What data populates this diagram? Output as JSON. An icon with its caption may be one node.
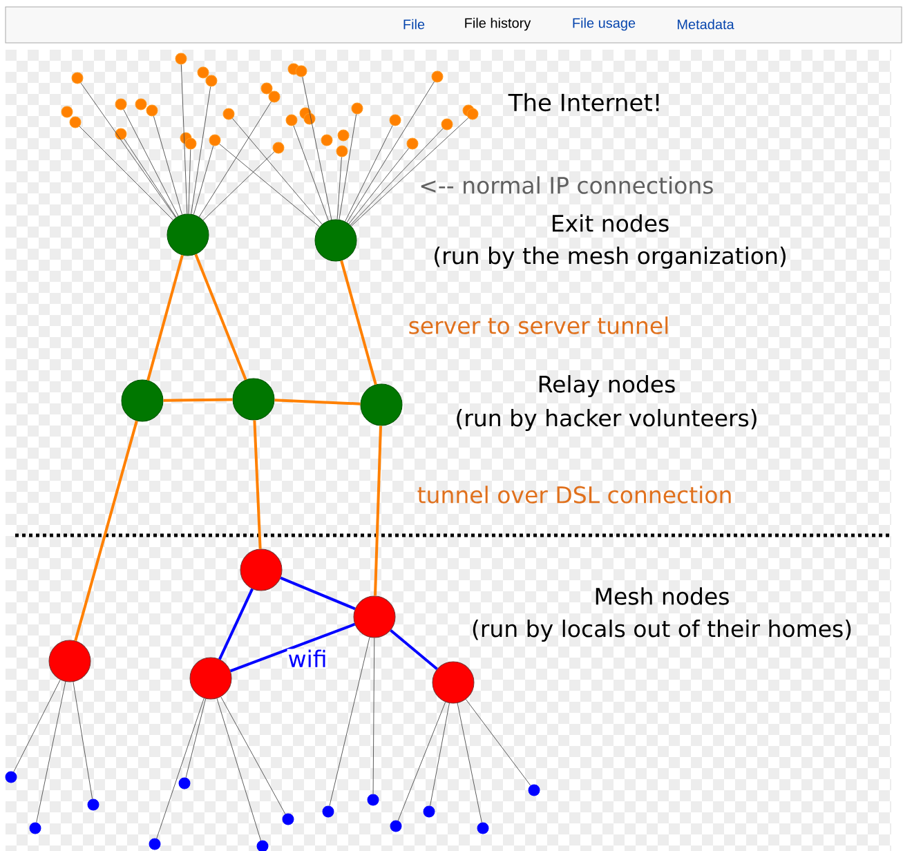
{
  "diagram": {
    "nodes": [
      {
        "text": [],
        "shape": "circle"
      },
      {
        "text": [],
        "shape": "circle"
      },
      {
        "text": [],
        "shape": "circle"
      },
      {
        "text": [],
        "shape": "circle"
      },
      {
        "text": [],
        "shape": "circle"
      },
      {
        "text": [],
        "shape": "circle"
      },
      {
        "text": [],
        "shape": "circle"
      },
      {
        "text": [],
        "shape": "circle"
      },
      {
        "text": [],
        "shape": "circle"
      },
      {
        "text": [],
        "shape": "circle"
      },
      {
        "text": [],
        "shape": "circle"
      },
      {
        "text": [],
        "shape": "circle"
      },
      {
        "text": [],
        "shape": "circle"
      },
      {
        "text": [],
        "shape": "circle"
      },
      {
        "text": [],
        "shape": "circle"
      },
      {
        "text": [],
        "shape": "circle"
      },
      {
        "text": [],
        "shape": "circle"
      },
      {
        "text": [],
        "shape": "circle"
      },
      {
        "text": [],
        "shape": "circle"
      },
      {
        "text": [],
        "shape": "circle"
      },
      {
        "text": [],
        "shape": "circle"
      },
      {
        "text": [],
        "shape": "circle"
      },
      {
        "text": [],
        "shape": "circle"
      },
      {
        "text": [],
        "shape": "circle"
      },
      {
        "text": [],
        "shape": "circle"
      },
      {
        "text": [],
        "shape": "circle"
      },
      {
        "text": [],
        "shape": "circle"
      },
      {
        "text": [],
        "shape": "circle"
      },
      {
        "text": [],
        "shape": "circle"
      },
      {
        "text": [],
        "shape": "circle"
      },
      {
        "text": [],
        "shape": "circle"
      },
      {
        "text": [],
        "shape": "circle"
      },
      {
        "text": [],
        "shape": "circle"
      },
      {
        "text": [],
        "shape": "circle"
      },
      {
        "text": [],
        "shape": "circle"
      },
      {
        "text": [],
        "shape": "circle"
      },
      {
        "text": [],
        "shape": "circle"
      },
      {
        "text": [],
        "shape": "circle"
      },
      {
        "text": [],
        "shape": "circle"
      },
      {
        "text": [],
        "shape": "circle"
      },
      {
        "text": [],
        "shape": "circle"
      },
      {
        "text": [],
        "shape": "circle"
      },
      {
        "text": [],
        "shape": "circle"
      },
      {
        "text": [],
        "shape": "circle"
      },
      {
        "text": [],
        "shape": "circle"
      },
      {
        "text": [],
        "shape": "circle"
      },
      {
        "text": [],
        "shape": "circle"
      },
      {
        "text": [],
        "shape": "circle"
      },
      {
        "text": [],
        "shape": "circle"
      },
      {
        "text": [],
        "shape": "circle"
      },
      {
        "text": [],
        "shape": "circle"
      },
      {
        "text": [],
        "shape": "circle"
      },
      {
        "text": [],
        "shape": "circle"
      },
      {
        "text": [],
        "shape": "circle"
      },
      {
        "text": [],
        "shape": "circle"
      }
    ],
    "edges": [
      {
        "from": 1,
        "to": 32,
        "arrow": "none"
      },
      {
        "from": 2,
        "to": 32,
        "arrow": "none"
      },
      {
        "from": 3,
        "to": 32,
        "arrow": "none"
      },
      {
        "from": 4,
        "to": 32,
        "arrow": "none"
      },
      {
        "from": 6,
        "to": 32,
        "arrow": "none"
      },
      {
        "from": 7,
        "to": 32,
        "arrow": "none"
      },
      {
        "from": 9,
        "to": 32,
        "arrow": "none"
      },
      {
        "from": 11,
        "to": 32,
        "arrow": "none"
      },
      {
        "from": 12,
        "to": 32,
        "arrow": "none"
      },
      {
        "from": 15,
        "to": 32,
        "arrow": "none"
      },
      {
        "from": 16,
        "to": 32,
        "arrow": "none"
      },
      {
        "from": 12,
        "to": 33,
        "arrow": "none"
      },
      {
        "from": 13,
        "to": 33,
        "arrow": "none"
      },
      {
        "from": 17,
        "to": 33,
        "arrow": "none"
      },
      {
        "from": 19,
        "to": 33,
        "arrow": "none"
      },
      {
        "from": 23,
        "to": 33,
        "arrow": "none"
      },
      {
        "from": 25,
        "to": 33,
        "arrow": "none"
      },
      {
        "from": 26,
        "to": 33,
        "arrow": "none"
      },
      {
        "from": 27,
        "to": 33,
        "arrow": "none"
      },
      {
        "from": 28,
        "to": 33,
        "arrow": "none"
      },
      {
        "from": 29,
        "to": 33,
        "arrow": "none"
      },
      {
        "from": 31,
        "to": 33,
        "arrow": "none"
      },
      {
        "from": 32,
        "to": 34,
        "arrow": "none",
        "style": "thick",
        "color": "#ff8000"
      },
      {
        "from": 32,
        "to": 35,
        "arrow": "none",
        "style": "thick",
        "color": "#ff8000"
      },
      {
        "from": 33,
        "to": 36,
        "arrow": "none",
        "style": "thick",
        "color": "#ff8000"
      },
      {
        "from": 34,
        "to": 35,
        "arrow": "none",
        "style": "thick",
        "color": "#ff8000"
      },
      {
        "from": 35,
        "to": 36,
        "arrow": "none",
        "style": "thick",
        "color": "#ff8000"
      },
      {
        "from": 34,
        "to": 39,
        "arrow": "none",
        "style": "thick",
        "color": "#ff8000"
      },
      {
        "from": 35,
        "to": 37,
        "arrow": "none",
        "style": "thick",
        "color": "#ff8000"
      },
      {
        "from": 36,
        "to": 38,
        "arrow": "none",
        "style": "thick",
        "color": "#ff8000"
      },
      {
        "from": 37,
        "to": 38,
        "arrow": "none",
        "style": "thick",
        "color": "#0000ff"
      },
      {
        "from": 37,
        "to": 40,
        "arrow": "none",
        "style": "thick",
        "color": "#0000ff"
      },
      {
        "from": 40,
        "to": 38,
        "arrow": "none",
        "style": "thick",
        "color": "#0000ff",
        "label": "wifi"
      },
      {
        "from": 38,
        "to": 41,
        "arrow": "none",
        "style": "thick",
        "color": "#0000ff"
      },
      {
        "from": 39,
        "to": 42,
        "arrow": "none"
      },
      {
        "from": 39,
        "to": 43,
        "arrow": "none"
      },
      {
        "from": 39,
        "to": 44,
        "arrow": "none"
      },
      {
        "from": 40,
        "to": 45,
        "arrow": "none"
      },
      {
        "from": 40,
        "to": 46,
        "arrow": "none"
      },
      {
        "from": 40,
        "to": 47,
        "arrow": "none"
      },
      {
        "from": 40,
        "to": 48,
        "arrow": "none"
      },
      {
        "from": 38,
        "to": 49,
        "arrow": "none"
      },
      {
        "from": 38,
        "to": 50,
        "arrow": "none"
      },
      {
        "from": 41,
        "to": 51,
        "arrow": "none"
      },
      {
        "from": 41,
        "to": 52,
        "arrow": "none"
      },
      {
        "from": 41,
        "to": 53,
        "arrow": "none"
      },
      {
        "from": 41,
        "to": 54,
        "arrow": "none"
      }
    ],
    "labels": [
      "File",
      "File history",
      "File usage",
      "Metadata",
      "The Internet!",
      "<-- normal IP connections",
      "Exit nodes",
      "(run by the mesh organization)",
      "server to server tunnel",
      "Relay nodes",
      "(run by hacker volunteers)",
      "tunnel over DSL connection",
      "Mesh nodes",
      "(run by locals out of their homes)"
    ]
  }
}
